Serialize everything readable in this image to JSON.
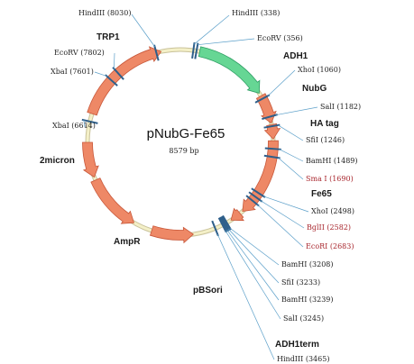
{
  "plasmid": {
    "name": "pNubG-Fe65",
    "size": "8579 bp",
    "colors": {
      "backbone": "#f4f0c8",
      "backbone_stroke": "#c9c29a",
      "gene": "#ee8866",
      "gene_stroke": "#c8583a",
      "adh1": "#66d694",
      "adh1_stroke": "#2e9e64",
      "site_tick": "#2e5f8a",
      "site_line": "#5b9fc9",
      "site_label": "#222222",
      "site_label_red": "#a8262d"
    },
    "features": [
      {
        "id": "trp1",
        "label": "TRP1"
      },
      {
        "id": "adh1",
        "label": "ADH1"
      },
      {
        "id": "nubg",
        "label": "NubG"
      },
      {
        "id": "hatag",
        "label": "HA tag"
      },
      {
        "id": "fe65",
        "label": "Fe65"
      },
      {
        "id": "adh1term",
        "label": "ADH1term"
      },
      {
        "id": "pbsori",
        "label": "pBSori"
      },
      {
        "id": "ampr",
        "label": "AmpR"
      },
      {
        "id": "2micron",
        "label": "2micron"
      }
    ],
    "sites": [
      {
        "id": "hindiii-8030",
        "label": "HindIII (8030)",
        "red": false
      },
      {
        "id": "ecorv-7802",
        "label": "EcoRV (7802)",
        "red": false
      },
      {
        "id": "xbai-7601",
        "label": "XbaI (7601)",
        "red": false
      },
      {
        "id": "xbai-6614",
        "label": "XbaI (6614)",
        "red": false
      },
      {
        "id": "hindiii-338",
        "label": "HindIII (338)",
        "red": false
      },
      {
        "id": "ecorv-356",
        "label": "EcoRV (356)",
        "red": false
      },
      {
        "id": "xhoi-1060",
        "label": "XhoI (1060)",
        "red": false
      },
      {
        "id": "sali-1182",
        "label": "SalI (1182)",
        "red": false
      },
      {
        "id": "sfii-1246",
        "label": "SfiI (1246)",
        "red": false
      },
      {
        "id": "bamhi-1489",
        "label": "BamHI (1489)",
        "red": false
      },
      {
        "id": "smai-1690",
        "label": "Sma I (1690)",
        "red": true
      },
      {
        "id": "xhoi-2498",
        "label": "XhoI (2498)",
        "red": false
      },
      {
        "id": "bglii-2582",
        "label": "BglII (2582)",
        "red": true
      },
      {
        "id": "ecori-2683",
        "label": "EcoRI (2683)",
        "red": true
      },
      {
        "id": "bamhi-3208",
        "label": "BamHI (3208)",
        "red": false
      },
      {
        "id": "sfii-3233",
        "label": "SfiI (3233)",
        "red": false
      },
      {
        "id": "bamhi-3239",
        "label": "BamHI (3239)",
        "red": false
      },
      {
        "id": "sali-3245",
        "label": "SalI (3245)",
        "red": false
      },
      {
        "id": "hindiii-3465",
        "label": "HindIII (3465)",
        "red": false
      }
    ]
  }
}
